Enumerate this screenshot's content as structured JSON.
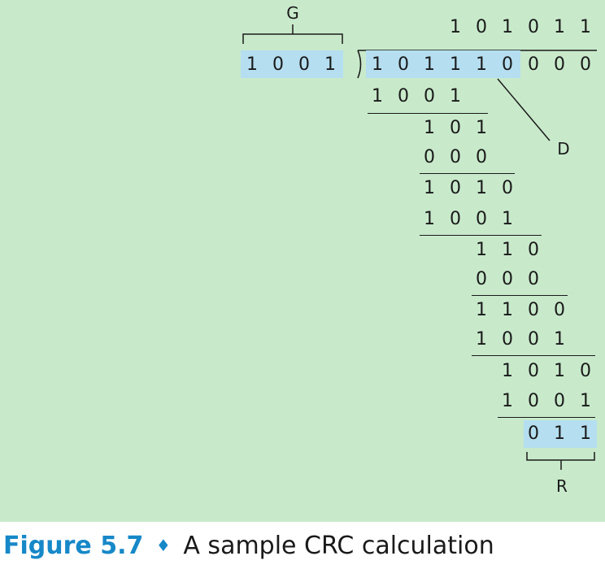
{
  "diagram": {
    "labels": {
      "g": "G",
      "d": "D",
      "r": "R"
    },
    "generator": [
      "1",
      "0",
      "0",
      "1"
    ],
    "quotient": [
      "1",
      "0",
      "1",
      "0",
      "1",
      "1"
    ],
    "dividend": [
      "1",
      "0",
      "1",
      "1",
      "1",
      "0",
      "0",
      "0",
      "0"
    ],
    "steps": [
      [
        "1",
        "0",
        "0",
        "1"
      ],
      [
        "1",
        "0",
        "1"
      ],
      [
        "0",
        "0",
        "0"
      ],
      [
        "1",
        "0",
        "1",
        "0"
      ],
      [
        "1",
        "0",
        "0",
        "1"
      ],
      [
        "1",
        "1",
        "0"
      ],
      [
        "0",
        "0",
        "0"
      ],
      [
        "1",
        "1",
        "0",
        "0"
      ],
      [
        "1",
        "0",
        "0",
        "1"
      ],
      [
        "1",
        "0",
        "1",
        "0"
      ],
      [
        "1",
        "0",
        "0",
        "1"
      ],
      [
        "0",
        "1",
        "1"
      ]
    ],
    "highlight_color": "#b5def0",
    "background_color": "#c8eacb"
  },
  "caption": {
    "figure_label": "Figure 5.7",
    "separator": "♦",
    "text": "A sample CRC calculation",
    "accent_color": "#1688c8"
  }
}
